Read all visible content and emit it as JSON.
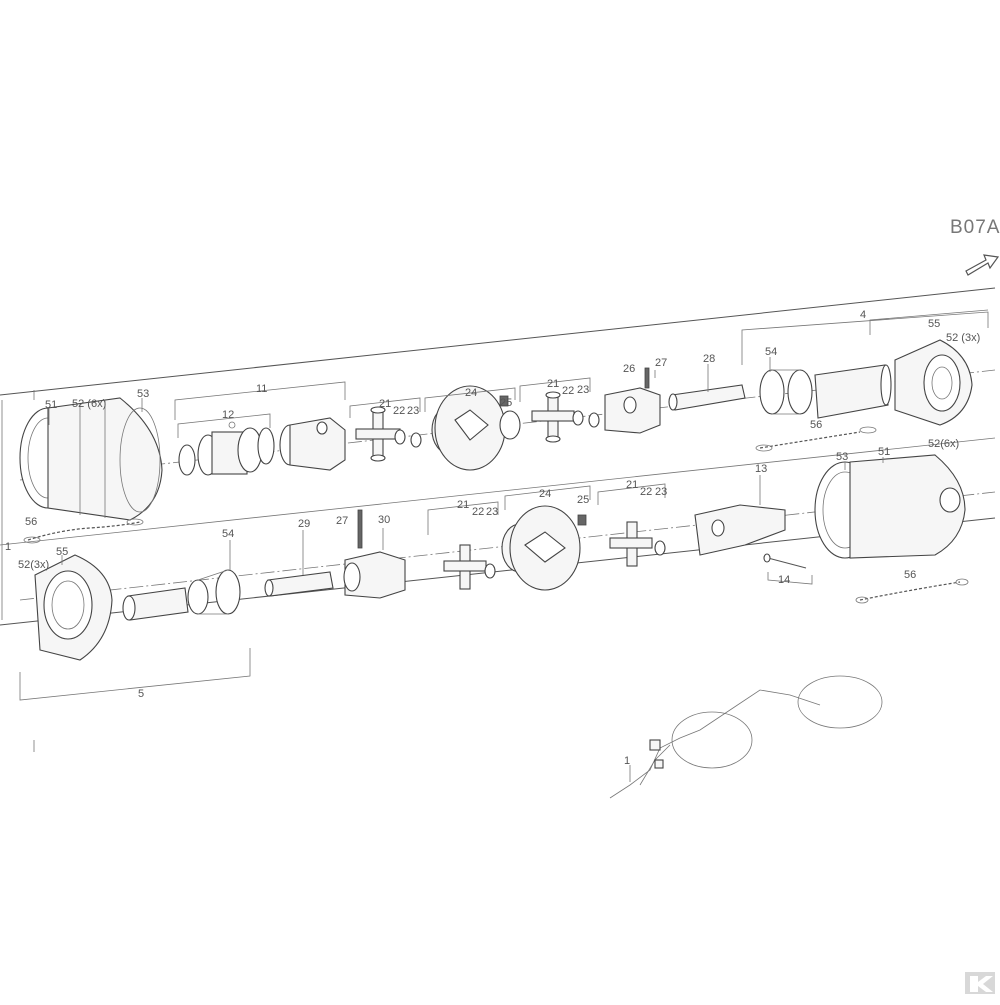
{
  "diagram": {
    "code": "B07A",
    "colors": {
      "line": "#555555",
      "part_fill": "#f6f6f6",
      "logo": "#cccccc"
    },
    "labels": {
      "l1": "1",
      "l4": "4",
      "l5": "5",
      "l11": "11",
      "l12": "12",
      "l13": "13",
      "l14": "14",
      "l21": "21",
      "l22": "22",
      "l23": "23",
      "l24": "24",
      "l25": "25",
      "l26": "26",
      "l27": "27",
      "l28": "28",
      "l29": "29",
      "l30": "30",
      "l51": "51",
      "l52_6x": "52 (6x)",
      "l52_3x": "52 (3x)",
      "l52_6x_b": "52(6x)",
      "l52_3x_b": "52(3x)",
      "l53": "53",
      "l54": "54",
      "l55": "55",
      "l56": "56"
    }
  }
}
